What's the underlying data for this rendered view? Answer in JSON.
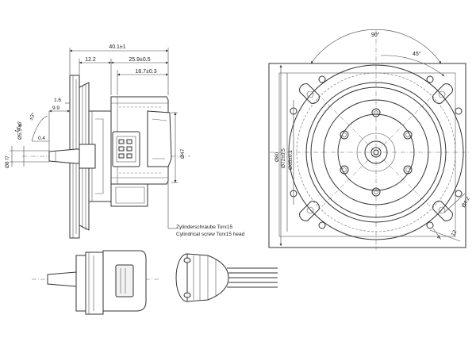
{
  "side_view": {
    "dim_total": "40.1±1",
    "dim_flange": "12.2",
    "dim_body": "25.9±0.5",
    "dim_body_inner": "18.7±0.3",
    "dim_step": "1.6",
    "dim_shaft_len": "9.9",
    "dim_taper": "14.6",
    "dim_shaft_d": "Ø8 f7",
    "dim_hub_d": "Ø5.5 h7",
    "dim_chamfer": "0.4",
    "dim_angle": "±3°",
    "dim_body_d": "Ø47"
  },
  "screw_note": {
    "line1": "Zylinderschraube Torx15",
    "line2": "Cylindrical screw Torx15 head"
  },
  "front_view": {
    "angle_top": "90°",
    "angle_pattern": "45°",
    "dim_outer": "Ø80",
    "dim_pcd": "Ø72±0.5",
    "dim_pilot": "Ø65±0.1",
    "dim_hole": "Ø4.2",
    "dim_slot": "12",
    "dim_corner": "4"
  }
}
